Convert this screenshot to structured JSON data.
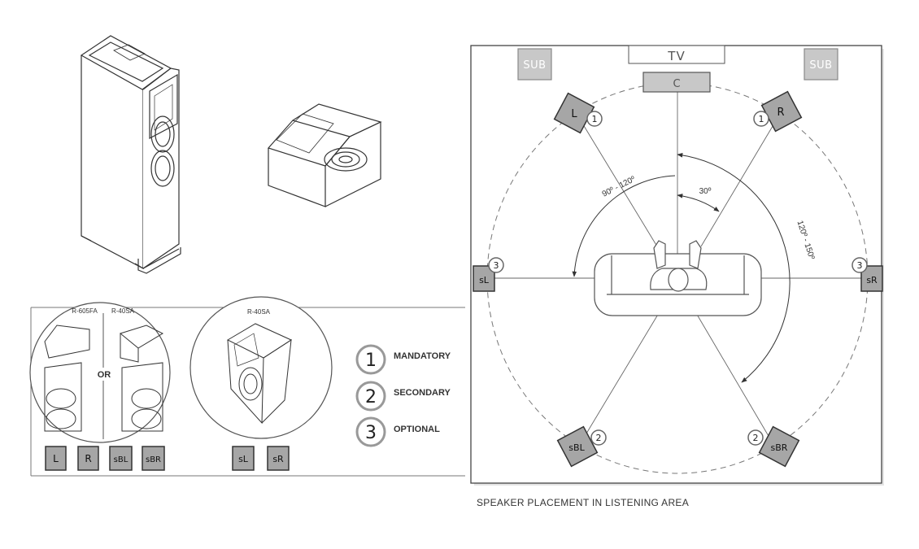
{
  "room": {
    "tv": "TV",
    "center": "C",
    "sub_left": "SUB",
    "sub_right": "SUB",
    "front_left": {
      "label": "L",
      "priority": "1"
    },
    "front_right": {
      "label": "R",
      "priority": "1"
    },
    "side_left": {
      "label": "sL",
      "priority": "3"
    },
    "side_right": {
      "label": "sR",
      "priority": "3"
    },
    "back_left": {
      "label": "sBL",
      "priority": "2"
    },
    "back_right": {
      "label": "sBR",
      "priority": "2"
    },
    "angle_front": "30º",
    "angle_side": "90º - 120º",
    "angle_back": "120º - 150º",
    "caption": "SPEAKER PLACEMENT IN LISTENING AREA"
  },
  "products": {
    "tower_model": "R-605FA",
    "elevation_model": "R-40SA",
    "or_text": "OR",
    "elevation_model_2": "R-40SA",
    "front_channels": [
      "L",
      "R",
      "sBL",
      "sBR"
    ],
    "surround_channels": [
      "sL",
      "sR"
    ]
  },
  "legend": [
    {
      "number": "1",
      "label": "MANDATORY"
    },
    {
      "number": "2",
      "label": "SECONDARY"
    },
    {
      "number": "3",
      "label": "OPTIONAL"
    }
  ],
  "colors": {
    "speaker_fill": "#a6a6a6",
    "line": "#555555",
    "box_border": "#333333"
  }
}
